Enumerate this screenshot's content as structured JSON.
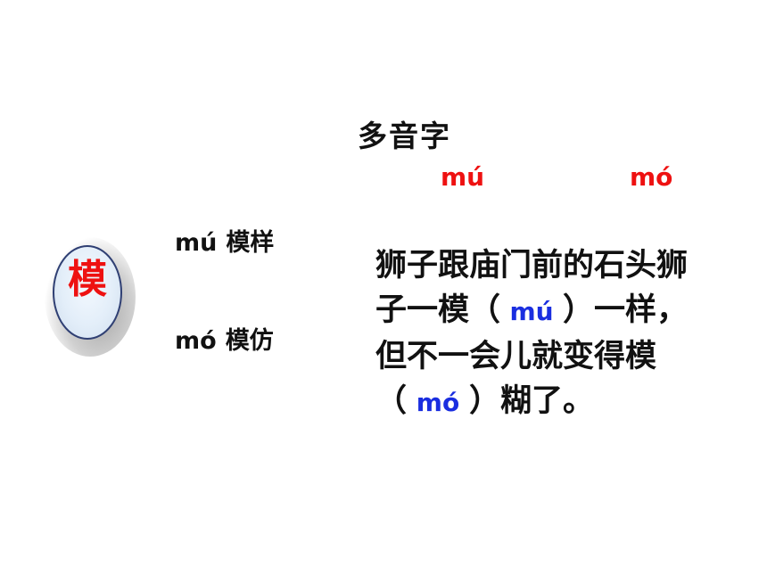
{
  "title": "多音字",
  "readings": {
    "first": "mú",
    "second": "mó"
  },
  "character": "模",
  "words": [
    {
      "pinyin": "mú",
      "word": "模样"
    },
    {
      "pinyin": "mó",
      "word": "模仿"
    }
  ],
  "sentence": {
    "line1": "狮子跟庙门前的石头狮",
    "line2_before": "子一模（",
    "answer1": "mú",
    "line2_after": "）一样，",
    "line3": "但不一会儿就变得模",
    "line4_before": "（",
    "answer2": "mó",
    "line4_after": "）糊了。"
  },
  "colors": {
    "reading_red": "#ee1111",
    "answer_blue": "#1a2ee0",
    "circle_border": "#2f3f73"
  }
}
